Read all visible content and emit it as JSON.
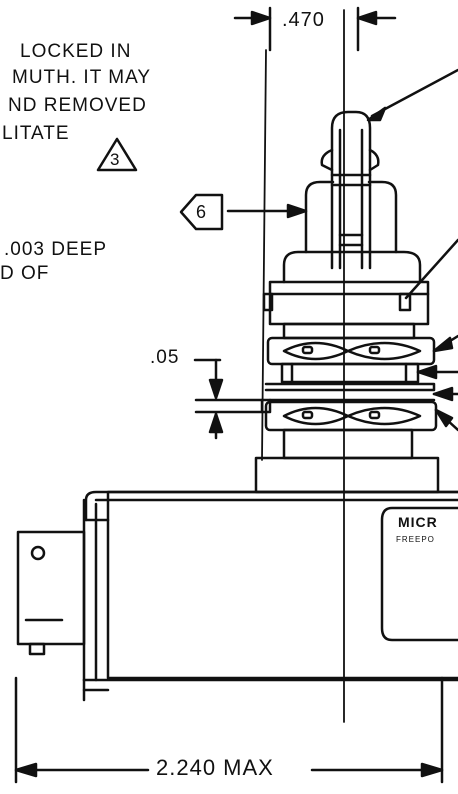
{
  "note_top": {
    "line1": "LOCKED  IN",
    "line2": "MUTH.  IT  MAY",
    "line3": "ND  REMOVED",
    "line4": "LITATE"
  },
  "note_mid": {
    "line1": ".003  DEEP",
    "line2": "D  OF"
  },
  "dims": {
    "top_width": ".470",
    "gap": ".05",
    "overall_width": "2.240  MAX"
  },
  "callouts": {
    "note_ref_3": "3",
    "note_ref_6": "6"
  },
  "label_plate": {
    "brand": "MICR",
    "city": "FREEPO"
  }
}
